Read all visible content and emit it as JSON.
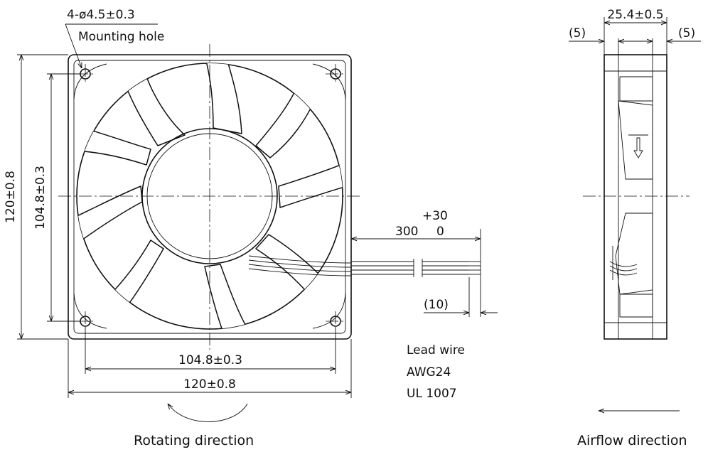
{
  "front_view": {
    "mounting_hole_spec": "4-ø4.5±0.3",
    "mounting_hole_label": "Mounting hole",
    "outer_height_dim": "120±0.8",
    "hole_pitch_vertical_dim": "104.8±0.3",
    "hole_pitch_horizontal_dim": "104.8±0.3",
    "outer_width_dim": "120±0.8",
    "rotating_direction_label": "Rotating direction"
  },
  "lead_wire": {
    "length_dim": "300",
    "tolerance_upper": "+30",
    "tolerance_lower": "0",
    "strip_length_dim": "(10)",
    "spec_line_1": "Lead wire",
    "spec_line_2": "AWG24",
    "spec_line_3": "UL 1007"
  },
  "side_view": {
    "depth_dim": "25.4±0.5",
    "left_flange_dim": "(5)",
    "right_flange_dim": "(5)",
    "airflow_direction_label": "Airflow direction"
  }
}
